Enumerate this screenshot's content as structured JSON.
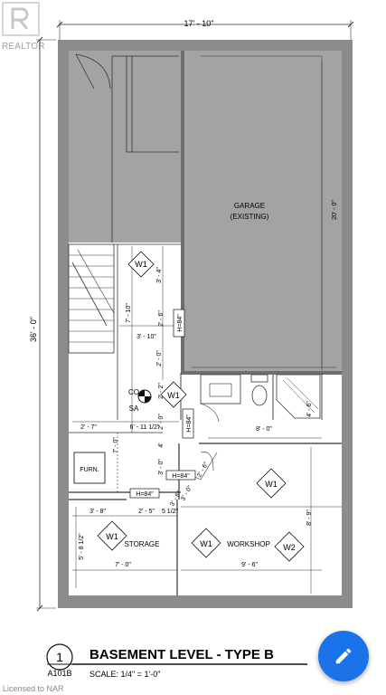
{
  "watermark": {
    "label": "REALTOR"
  },
  "dimensions": {
    "overall_width": "17' - 10\"",
    "overall_depth": "36' - 0\"",
    "garage_depth": "20' - 0\"",
    "stair_top": "3' - 4\"",
    "stair_len": "7' - 10\"",
    "stair_w": "3' - 10\"",
    "stair_w2": "2' - 6\"",
    "d_2_0": "2' - 0\"",
    "d_2_2": "2' - 2\"",
    "d_2_7": "2' - 7\"",
    "d_6_11": "6' - 11 1/2\"",
    "d_8_0": "8' - 0\"",
    "d_4_6": "4' - 6\"",
    "d_7_0a": "7' - 0\"",
    "d_3_0a": "3' - 0\"",
    "d_4": "4'",
    "d_3_0b": "3' - 0\"",
    "d_3_8": "3' - 8\"",
    "d_2_5": "2' - 5\"",
    "d_5_1": "5 1/2\"",
    "d_3_6": "3' - 6\"",
    "d_5_8": "5' - 8 1/2\"",
    "d_7_0b": "7' - 0\"",
    "d_9_6": "9' - 6\"",
    "d_8_9": "8' - 9\"",
    "d_2_0b": "2' - 0\"",
    "d_2_6b": "2' - 6\""
  },
  "rooms": {
    "garage": "GARAGE",
    "garage_sub": "(EXISTING)",
    "storage": "STORAGE",
    "workshop": "WORKSHOP",
    "furnace": "FURN."
  },
  "tags": {
    "w1": "W1",
    "w2": "W2",
    "h84": "H=84\"",
    "co": "CO",
    "sa": "SA"
  },
  "title_block": {
    "number": "1",
    "sheet": "A101B",
    "title": "BASEMENT LEVEL - TYPE B",
    "scale": "SCALE:  1/4\" = 1'-0\""
  },
  "footer": {
    "license": "Licensed to NAR"
  },
  "colors": {
    "wall": "#8c8c8c",
    "garage_fill": "#a3a3a3",
    "fab": "#1a73e8"
  }
}
